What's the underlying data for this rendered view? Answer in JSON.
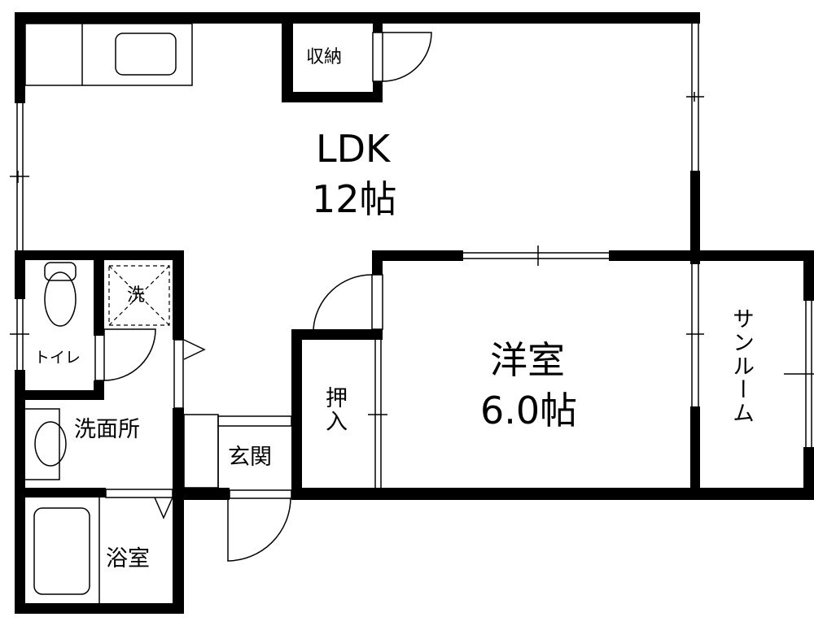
{
  "plan": {
    "wall_color": "#000000",
    "background": "#ffffff"
  },
  "rooms": {
    "ldk": {
      "name": "LDK",
      "size": "12帖"
    },
    "storage": {
      "name": "収納"
    },
    "western": {
      "name": "洋室",
      "size": "6.0帖"
    },
    "sunroom": {
      "name": "サンルーム"
    },
    "closet": {
      "name": "押入"
    },
    "toilet": {
      "name": "トイレ"
    },
    "washer": {
      "name": "洗"
    },
    "washroom": {
      "name": "洗面所"
    },
    "entrance": {
      "name": "玄関"
    },
    "bath": {
      "name": "浴室"
    }
  }
}
